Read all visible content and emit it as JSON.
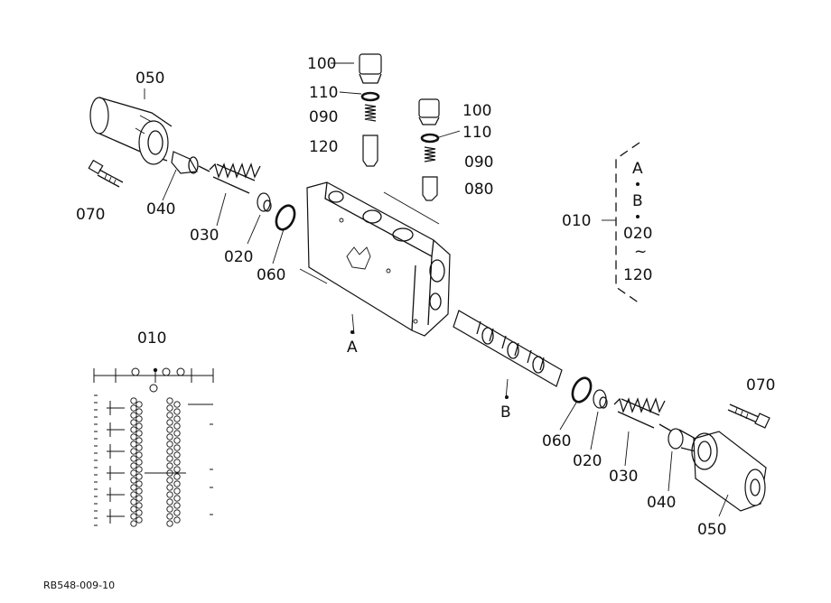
{
  "labels": {
    "l050_top": "050",
    "l070_left": "070",
    "l040_left": "040",
    "l030_left": "030",
    "l020_left": "020",
    "l060_left": "060",
    "l100_a": "100",
    "l110_a": "110",
    "l090_a": "090",
    "l120_a": "120",
    "l100_b": "100",
    "l110_b": "110",
    "l090_b": "090",
    "l080_b": "080",
    "l010_right": "010",
    "bracket_a": "A",
    "bracket_b": "B",
    "bracket_020": "020",
    "bracket_tilde": "~",
    "bracket_120": "120",
    "marker_a": "A",
    "marker_b": "B",
    "l010_inset": "010",
    "l070_right": "070",
    "l060_right": "060",
    "l020_right": "020",
    "l030_right": "030",
    "l040_right": "040",
    "l050_bottom": "050",
    "drawing_code": "RB548-009-10"
  }
}
